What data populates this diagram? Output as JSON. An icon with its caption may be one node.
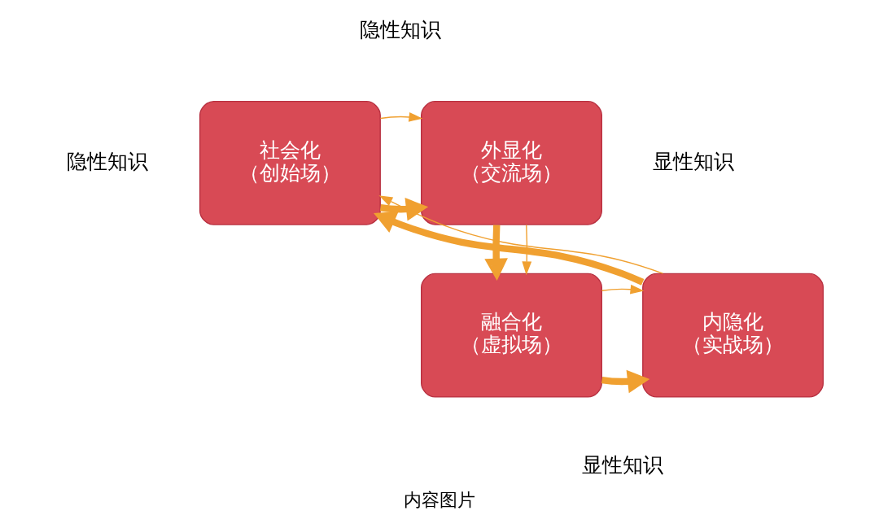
{
  "diagram": {
    "caption": "内容图片",
    "nodes": [
      {
        "text": [
          "社会化",
          "（创始场）"
        ]
      },
      {
        "text": [
          "外显化",
          "（交流场）"
        ]
      },
      {
        "text": [
          "融合化",
          "（虚拟场）"
        ]
      },
      {
        "text": [
          "内隐化",
          "（实战场）"
        ]
      }
    ],
    "edges": [
      {
        "from": 0,
        "to": 1,
        "arrow": "to",
        "style": "thick"
      },
      {
        "from": 1,
        "to": 2,
        "arrow": "to",
        "style": "thick"
      },
      {
        "from": 2,
        "to": 3,
        "arrow": "to",
        "style": "thick"
      },
      {
        "from": 3,
        "to": 0,
        "arrow": "to",
        "style": "thick"
      },
      {
        "from": 0,
        "to": 1,
        "arrow": "to"
      },
      {
        "from": 1,
        "to": 2,
        "arrow": "to"
      },
      {
        "from": 2,
        "to": 3,
        "arrow": "to"
      },
      {
        "from": 3,
        "to": 0,
        "arrow": "to"
      }
    ],
    "labels": [
      "隐性知识",
      "隐性知识",
      "显性知识",
      "显性知识"
    ]
  }
}
